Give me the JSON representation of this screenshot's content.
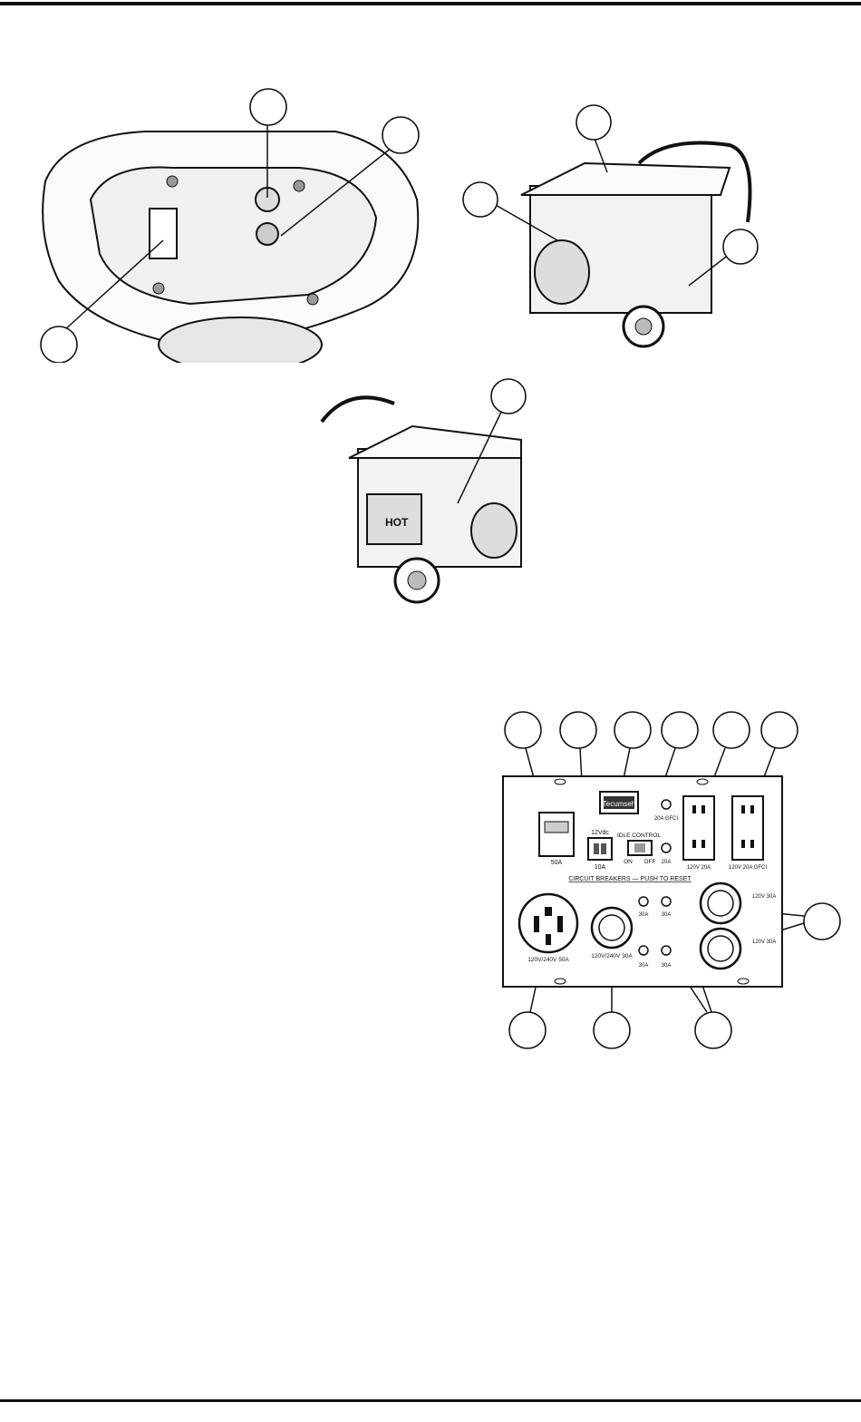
{
  "panel": {
    "brand_label": "Tecumseh",
    "breaker_main": "50A",
    "dc_label": "12Vdc",
    "dc_fuse": "10A",
    "idle_control": "IDLE CONTROL",
    "idle_on": "ON",
    "idle_off": "OFF",
    "gfci_breaker": "20A GFCI",
    "breaker_20a": "20A",
    "duplex_1_label": "120V 20A",
    "duplex_2_label": "120V 20A GFCI",
    "circuit_breakers_heading": "CIRCUIT BREAKERS — PUSH TO RESET",
    "breaker_30a": "30A",
    "twist_lock_1": "120V 30A",
    "twist_lock_2": "120V 30A",
    "outlet_50a_label": "120V/240V 50A",
    "outlet_30a_label": "120V/240V 30A"
  },
  "illustrations": {
    "hot_label": "HOT"
  }
}
